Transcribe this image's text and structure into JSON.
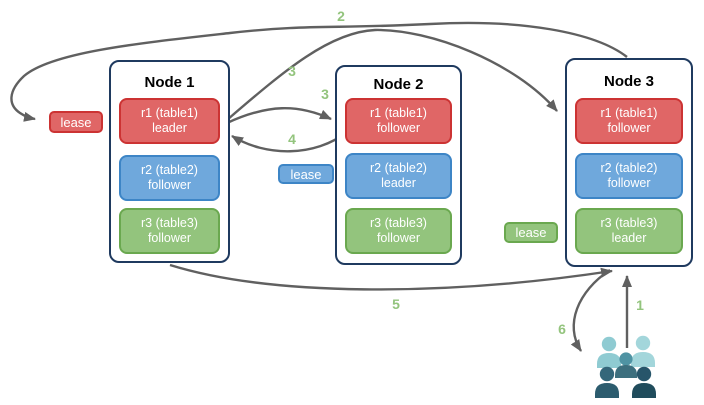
{
  "nodes": [
    {
      "title": "Node 1",
      "replicas": [
        {
          "line1": "r1 (table1)",
          "line2": "leader",
          "color": "red"
        },
        {
          "line1": "r2 (table2)",
          "line2": "follower",
          "color": "blue"
        },
        {
          "line1": "r3 (table3)",
          "line2": "follower",
          "color": "green"
        }
      ]
    },
    {
      "title": "Node 2",
      "replicas": [
        {
          "line1": "r1 (table1)",
          "line2": "follower",
          "color": "red"
        },
        {
          "line1": "r2 (table2)",
          "line2": "leader",
          "color": "blue"
        },
        {
          "line1": "r3 (table3)",
          "line2": "follower",
          "color": "green"
        }
      ]
    },
    {
      "title": "Node 3",
      "replicas": [
        {
          "line1": "r1 (table1)",
          "line2": "follower",
          "color": "red"
        },
        {
          "line1": "r2 (table2)",
          "line2": "follower",
          "color": "blue"
        },
        {
          "line1": "r3 (table3)",
          "line2": "leader",
          "color": "green"
        }
      ]
    }
  ],
  "leases": [
    {
      "label": "lease",
      "color": "red"
    },
    {
      "label": "lease",
      "color": "blue"
    },
    {
      "label": "lease",
      "color": "green"
    }
  ],
  "steps": [
    {
      "text": "2"
    },
    {
      "text": "3"
    },
    {
      "text": "3"
    },
    {
      "text": "4"
    },
    {
      "text": "5"
    },
    {
      "text": "6"
    },
    {
      "text": "1"
    }
  ],
  "icons": {
    "users_group": "users-group-icon"
  },
  "colors": {
    "red_fill": "#E06666",
    "red_stroke": "#CC3333",
    "blue_fill": "#6FA8DC",
    "blue_stroke": "#3D85C6",
    "green_fill": "#93C47D",
    "green_stroke": "#6AA84F",
    "node_border": "#1F3A5F",
    "arrow": "#606060",
    "step_label": "#93C47D",
    "people_light": "#8FCBD2",
    "people_mid": "#4F93A3",
    "people_dark": "#27556A"
  }
}
